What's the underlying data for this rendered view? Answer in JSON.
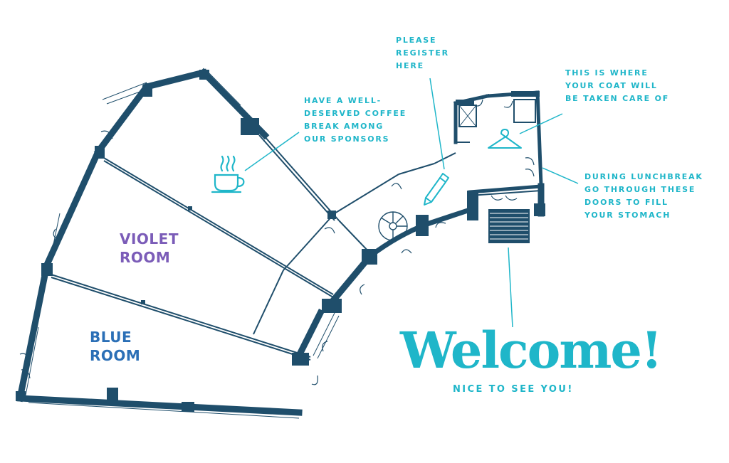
{
  "colors": {
    "wall": "#1f4e6b",
    "accent": "#1fb6c9",
    "violet": "#7b5cb8",
    "blue": "#2b6fb6"
  },
  "rooms": {
    "violet": [
      "VIOLET",
      "ROOM"
    ],
    "blue": [
      "BLUE",
      "ROOM"
    ]
  },
  "annotations": {
    "coffee": [
      "HAVE A WELL-",
      "DESERVED COFFEE",
      "BREAK AMONG",
      "OUR SPONSORS"
    ],
    "register": [
      "PLEASE",
      "REGISTER",
      "HERE"
    ],
    "coat": [
      "THIS IS WHERE",
      "YOUR COAT WILL",
      "BE TAKEN CARE OF"
    ],
    "lunch": [
      "DURING LUNCHBREAK",
      "GO THROUGH THESE",
      "DOORS TO FILL",
      "YOUR STOMACH"
    ]
  },
  "welcome": {
    "title": "Welcome!",
    "subtitle": "NICE TO SEE YOU!"
  },
  "icons": [
    "coffee-cup-icon",
    "pen-icon",
    "coat-hanger-icon",
    "spiral-staircase-icon",
    "staircase-icon"
  ]
}
